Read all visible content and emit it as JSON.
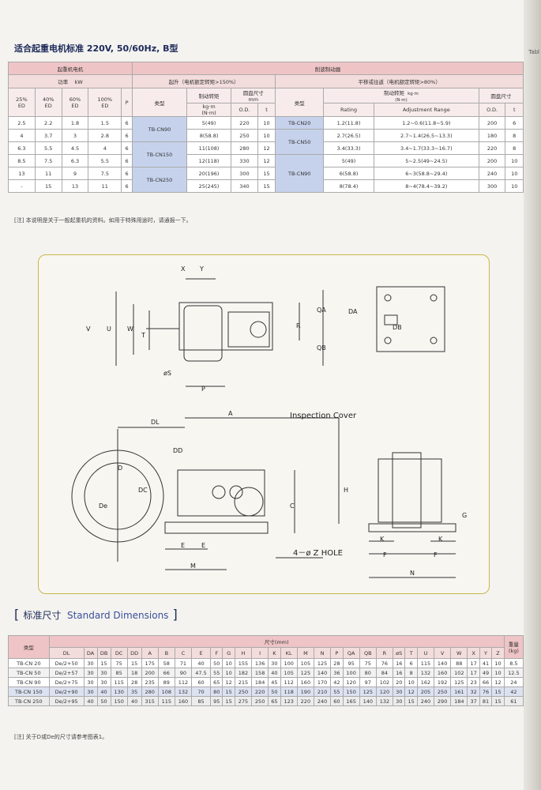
{
  "title": "适合起重电机标准 220V, 50/60Hz, B型",
  "edge_tag": "Tabl",
  "top_table": {
    "motor_group": "起重机电机",
    "brake_group": "削波制动器",
    "power_label": "功率",
    "power_unit": "kW",
    "lift_label": "起升（电机额定转矩>150%）",
    "travel_label": "平移或往返（电机额定转矩>80%）",
    "ed_cols": [
      "25%\nED",
      "40%\nED",
      "60%\nED",
      "100%\nED"
    ],
    "p_col": "P",
    "type_col": "类型",
    "torque_col": "制动转矩",
    "torque_unit": "kg·m\n(N·m)",
    "disc_col": "圆盘尺寸\nmm",
    "od_col": "O.D.",
    "t_col": "t",
    "type_col2": "类型",
    "torque_col2": "制动转矩",
    "torque_unit2": "kg·m\n(N·m)",
    "rating_col": "Rating",
    "adj_col": "Adjustment Range",
    "disc_col2": "圆盘尺寸",
    "od_col2": "O.D.",
    "t_col2": "t",
    "rows": [
      {
        "ed": [
          "2.5",
          "2.2",
          "1.8",
          "1.5"
        ],
        "p": "6",
        "torque": "5(49)",
        "od": "220",
        "t": "10",
        "rating": "1.2(11.8)",
        "adj": "1.2~0.6(11.8~5.9)",
        "od2": "200",
        "t2": "6"
      },
      {
        "ed": [
          "4",
          "3.7",
          "3",
          "2.8"
        ],
        "p": "6",
        "torque": "8(58.8)",
        "od": "250",
        "t": "10",
        "rating": "2.7(26.5)",
        "adj": "2.7~1.4(26.5~13.3)",
        "od2": "180",
        "t2": "8"
      },
      {
        "ed": [
          "6.3",
          "5.5",
          "4.5",
          "4"
        ],
        "p": "6",
        "torque": "11(108)",
        "od": "280",
        "t": "12",
        "rating": "3.4(33.3)",
        "adj": "3.4~1.7(33.3~16.7)",
        "od2": "220",
        "t2": "8"
      },
      {
        "ed": [
          "8.5",
          "7.5",
          "6.3",
          "5.5"
        ],
        "p": "6",
        "torque": "12(118)",
        "od": "330",
        "t": "12",
        "rating": "5(49)",
        "adj": "5~2.5(49~24.5)",
        "od2": "200",
        "t2": "10"
      },
      {
        "ed": [
          "13",
          "11",
          "9",
          "7.5"
        ],
        "p": "6",
        "torque": "20(196)",
        "od": "300",
        "t": "15",
        "rating": "6(58.8)",
        "adj": "6~3(58.8~29.4)",
        "od2": "240",
        "t2": "10"
      },
      {
        "ed": [
          "-",
          "15",
          "13",
          "11"
        ],
        "p": "6",
        "torque": "25(245)",
        "od": "340",
        "t": "15",
        "rating": "8(78.4)",
        "adj": "8~4(78.4~39.2)",
        "od2": "300",
        "t2": "10"
      }
    ],
    "lift_types": [
      "TB-CN90",
      "TB-CN150",
      "TB-CN250"
    ],
    "travel_types": [
      "TB-CN20",
      "TB-CN50",
      "TB-CN90"
    ]
  },
  "note1": "[注] 本说明是关于一般起重机的资料。如用于特殊用途时，请通报一下。",
  "diagram": {
    "labels": {
      "X": "X",
      "Y": "Y",
      "V": "V",
      "U": "U",
      "W": "W",
      "T": "T",
      "R": "R",
      "QA": "QA",
      "QB": "QB",
      "S": "øS",
      "P": "P",
      "DA": "DA",
      "DB": "DB",
      "DL": "DL",
      "A": "A",
      "DD": "DD",
      "D": "D",
      "De": "De",
      "DC": "DC",
      "C": "C",
      "H": "H",
      "E": "E",
      "M": "M",
      "K": "K",
      "F": "F",
      "N": "N",
      "G": "G",
      "inspection": "Inspection Cover",
      "hole": "4－ø Z  HOLE"
    }
  },
  "section": {
    "cn": "标准尺寸",
    "en": "Standard Dimensions"
  },
  "dim_table": {
    "type_col": "类型",
    "size_group": "尺寸(mm)",
    "weight_col": "重量\n(kg)",
    "cols": [
      "DL",
      "DA",
      "DB",
      "DC",
      "DD",
      "A",
      "B",
      "C",
      "E",
      "F",
      "G",
      "H",
      "I",
      "K",
      "KL",
      "M",
      "N",
      "P",
      "QA",
      "QB",
      "R",
      "øS",
      "T",
      "U",
      "V",
      "W",
      "X",
      "Y",
      "Z"
    ],
    "rows": [
      {
        "type": "TB-CN 20",
        "vals": [
          "De/2+50",
          "30",
          "15",
          "75",
          "15",
          "175",
          "58",
          "71",
          "40",
          "50",
          "10",
          "155",
          "136",
          "30",
          "100",
          "105",
          "125",
          "28",
          "95",
          "75",
          "76",
          "16",
          "6",
          "115",
          "140",
          "88",
          "17",
          "41",
          "10"
        ],
        "w": "8.5"
      },
      {
        "type": "TB-CN 50",
        "vals": [
          "De/2+57",
          "30",
          "30",
          "85",
          "18",
          "200",
          "66",
          "90",
          "47.5",
          "55",
          "10",
          "182",
          "158",
          "40",
          "105",
          "125",
          "140",
          "36",
          "100",
          "80",
          "84",
          "16",
          "8",
          "132",
          "160",
          "102",
          "17",
          "49",
          "10"
        ],
        "w": "12.5"
      },
      {
        "type": "TB-CN 90",
        "vals": [
          "De/2+75",
          "30",
          "30",
          "115",
          "28",
          "235",
          "89",
          "112",
          "60",
          "65",
          "12",
          "215",
          "184",
          "45",
          "112",
          "160",
          "170",
          "42",
          "120",
          "97",
          "102",
          "20",
          "10",
          "162",
          "192",
          "125",
          "23",
          "66",
          "12"
        ],
        "w": "24"
      },
      {
        "type": "TB-CN 150",
        "vals": [
          "De/2+90",
          "30",
          "40",
          "130",
          "35",
          "280",
          "108",
          "132",
          "70",
          "80",
          "15",
          "250",
          "220",
          "50",
          "118",
          "190",
          "210",
          "55",
          "150",
          "125",
          "120",
          "30",
          "12",
          "205",
          "250",
          "161",
          "32",
          "76",
          "15"
        ],
        "w": "42"
      },
      {
        "type": "TB-CN 250",
        "vals": [
          "De/2+95",
          "40",
          "50",
          "150",
          "40",
          "315",
          "115",
          "160",
          "85",
          "95",
          "15",
          "275",
          "250",
          "65",
          "123",
          "220",
          "240",
          "60",
          "165",
          "140",
          "132",
          "30",
          "15",
          "240",
          "290",
          "184",
          "37",
          "81",
          "15"
        ],
        "w": "61"
      }
    ]
  },
  "note2": "[注] 关于D或De的尺寸请参考图表1。",
  "colors": {
    "header": "#efc4c6",
    "subheader": "#f3dcdc",
    "blue": "#c6d2ec",
    "box_border": "#c8b84a",
    "title": "#1d2a5a"
  }
}
